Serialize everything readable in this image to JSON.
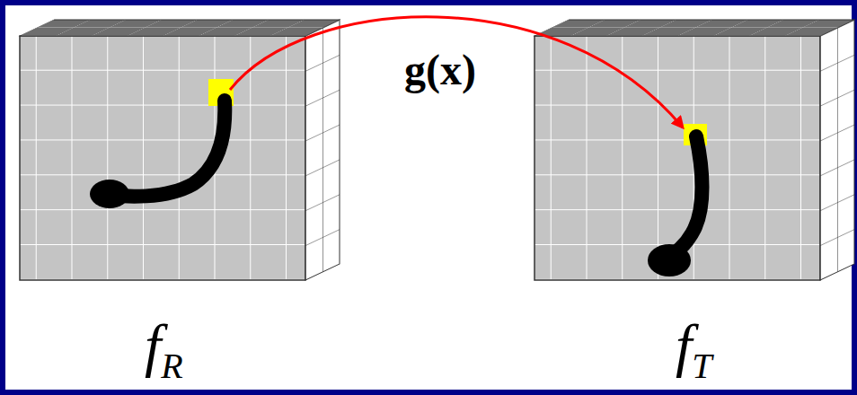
{
  "diagram": {
    "labels": [
      "g(x)",
      "f",
      "R",
      "f",
      "T"
    ]
  }
}
